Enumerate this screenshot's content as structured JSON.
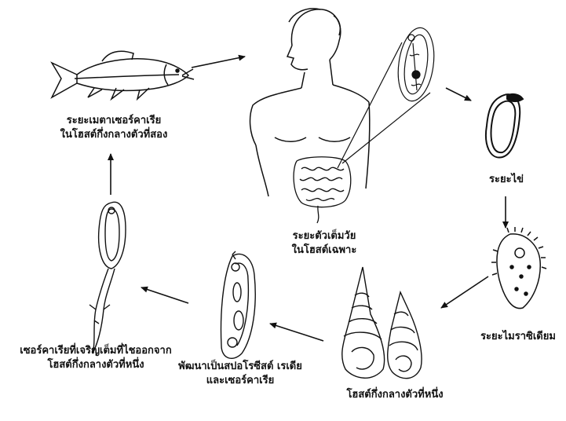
{
  "stages": {
    "metacercaria": {
      "line1": "ระยะเมตาเซอร์คาเรีย",
      "line2": "ในโฮสต์กึ่งกลางตัวที่สอง"
    },
    "adult": {
      "line1": "ระยะตัวเต็มวัย",
      "line2": "ในโฮสต์เฉพาะ"
    },
    "egg": {
      "line1": "ระยะไข่"
    },
    "miracidium": {
      "line1": "ระยะไมราซิเดียม"
    },
    "snail_host": {
      "line1": "โฮสต์กึ่งกลางตัวที่หนึ่ง"
    },
    "sporocyst": {
      "line1": "พัฒนาเป็นสปอโรซีสต์  เรเดีย",
      "line2": "และเซอร์คาเรีย"
    },
    "cercaria": {
      "line1": "เซอร์คาเรียที่เจริญเต็มที่ไชออกจาก",
      "line2": "โฮสต์กึ่งกลางตัวที่หนึ่ง"
    }
  },
  "colors": {
    "ink": "#111111",
    "background": "#ffffff"
  }
}
